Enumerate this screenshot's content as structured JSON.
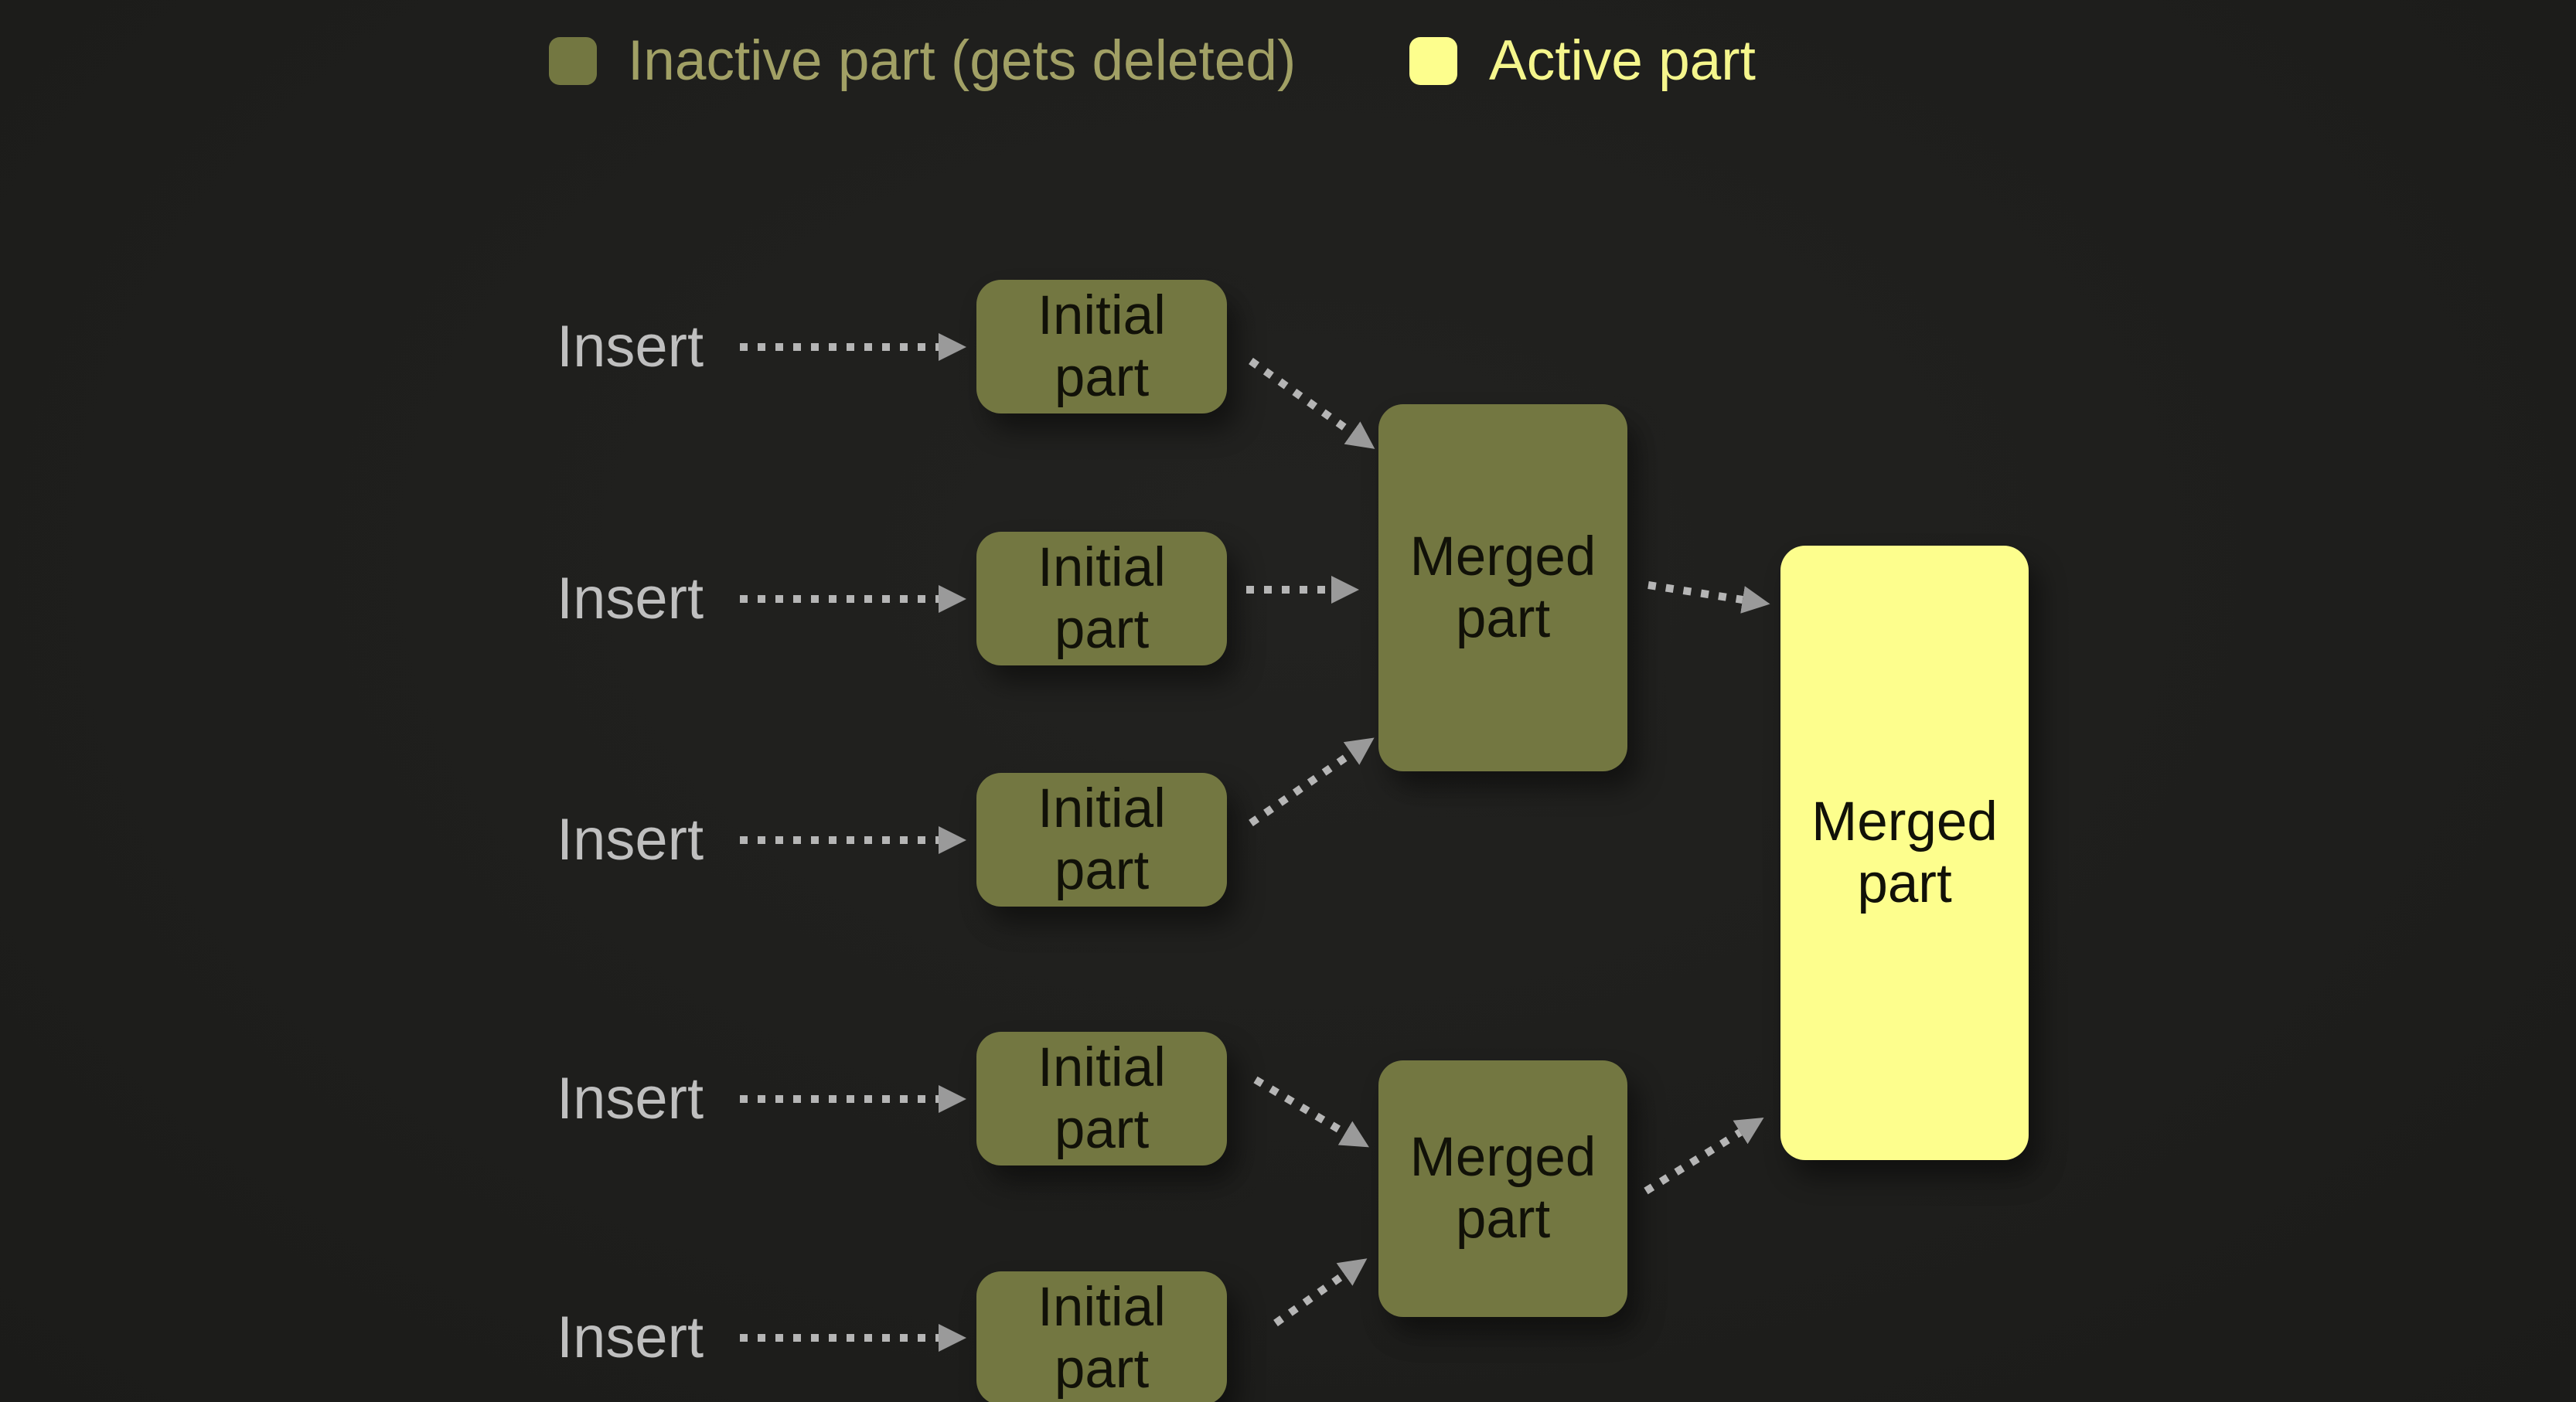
{
  "legend": {
    "inactive_label": "Inactive part (gets deleted)",
    "active_label": "Active part"
  },
  "rows": [
    {
      "insert_label": "Insert",
      "part_label": "Initial part"
    },
    {
      "insert_label": "Insert",
      "part_label": "Initial part"
    },
    {
      "insert_label": "Insert",
      "part_label": "Initial part"
    },
    {
      "insert_label": "Insert",
      "part_label": "Initial part"
    },
    {
      "insert_label": "Insert",
      "part_label": "Initial part"
    }
  ],
  "merged": {
    "top_label": "Merged part",
    "bottom_label": "Merged part",
    "final_label": "Merged part"
  },
  "colors": {
    "background": "#1e1e1c",
    "inactive_fill": "#737741",
    "active_fill": "#fdfe8d",
    "insert_text": "#bfbfbf",
    "legend_inactive_text": "#a1a065",
    "legend_active_text": "#f5f68c",
    "box_text": "#111108",
    "arrow_dash": "#b5b5b5",
    "arrow_head": "#9a9a9a"
  },
  "edges": [
    {
      "from": "insert-1",
      "to": "initial-part-1"
    },
    {
      "from": "insert-2",
      "to": "initial-part-2"
    },
    {
      "from": "insert-3",
      "to": "initial-part-3"
    },
    {
      "from": "insert-4",
      "to": "initial-part-4"
    },
    {
      "from": "insert-5",
      "to": "initial-part-5"
    },
    {
      "from": "initial-part-1",
      "to": "merged-part-top"
    },
    {
      "from": "initial-part-2",
      "to": "merged-part-top"
    },
    {
      "from": "initial-part-3",
      "to": "merged-part-top"
    },
    {
      "from": "initial-part-4",
      "to": "merged-part-bottom"
    },
    {
      "from": "initial-part-5",
      "to": "merged-part-bottom"
    },
    {
      "from": "merged-part-top",
      "to": "merged-part-final"
    },
    {
      "from": "merged-part-bottom",
      "to": "merged-part-final"
    }
  ]
}
